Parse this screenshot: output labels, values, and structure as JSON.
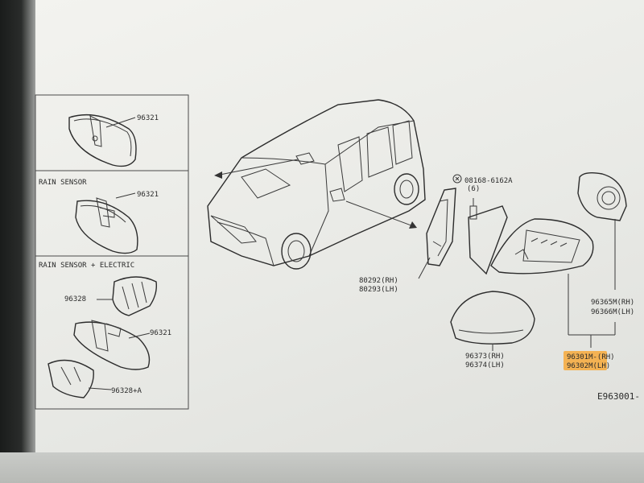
{
  "panel": {
    "section_1_part": "96321",
    "section_2_title": "RAIN SENSOR",
    "section_2_part": "96321",
    "section_3_title": "RAIN SENSOR + ELECTRIC",
    "section_3_part_cover": "96328",
    "section_3_part_mirror": "96321",
    "section_3_part_cover_a": "96328+A"
  },
  "callouts": {
    "bolt": "08168-6162A",
    "bolt_qty": "(6)",
    "glass_rh": "96365M(RH)",
    "glass_lh": "96366M(LH)",
    "finisher_rh": "80292(RH)",
    "finisher_lh": "80293(LH)",
    "cap_rh": "96373(RH)",
    "cap_lh": "96374(LH)",
    "mirror_rh": "96301M-(RH)",
    "mirror_lh": "96302M(LH)"
  },
  "figure_code": "E963001-",
  "colors": {
    "highlight": "#f7a93a",
    "line": "#3a3a3a",
    "paper": "#ececE8"
  }
}
